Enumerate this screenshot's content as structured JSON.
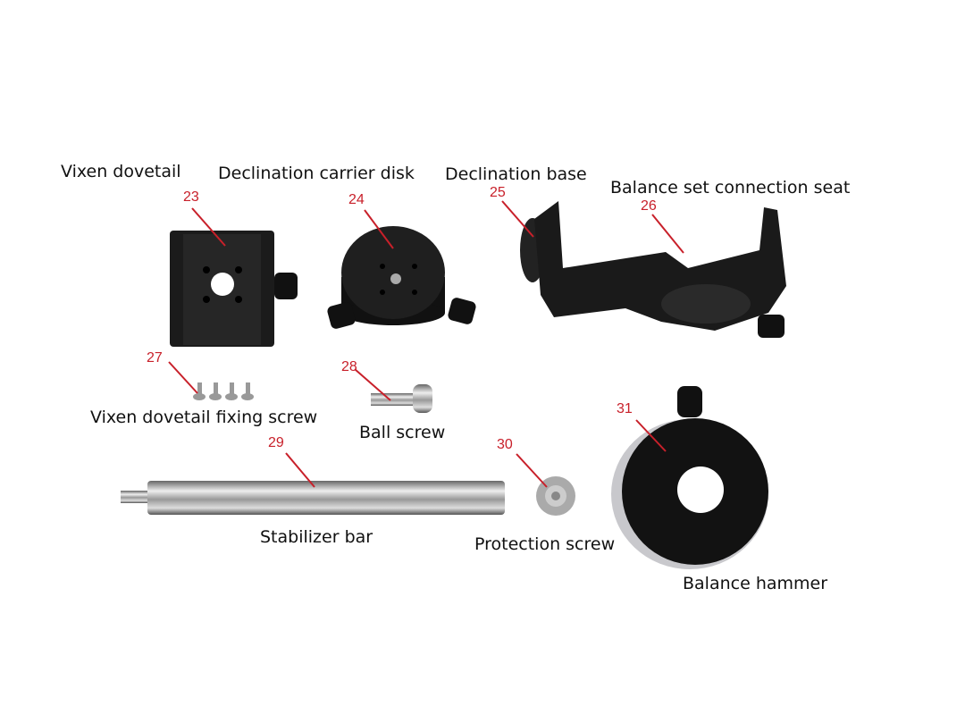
{
  "parts": [
    {
      "number": "23",
      "name": "Vixen dovetail"
    },
    {
      "number": "24",
      "name": "Declination carrier disk"
    },
    {
      "number": "25",
      "name": "Declination base"
    },
    {
      "number": "26",
      "name": "Balance set connection seat"
    },
    {
      "number": "27",
      "name": "Vixen dovetail fixing screw"
    },
    {
      "number": "28",
      "name": "Ball screw"
    },
    {
      "number": "29",
      "name": "Stabilizer bar"
    },
    {
      "number": "30",
      "name": "Protection screw"
    },
    {
      "number": "31",
      "name": "Balance hammer"
    }
  ],
  "colors": {
    "callout": "#c8202a",
    "part": "#1a1a1a"
  }
}
